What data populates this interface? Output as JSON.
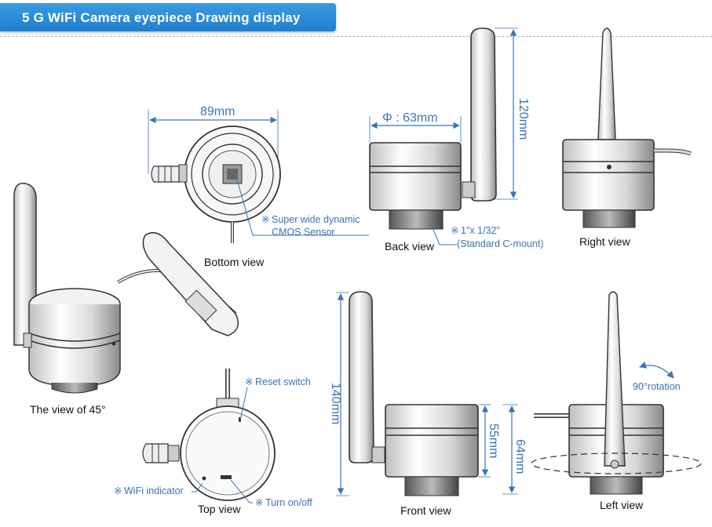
{
  "title": "5 G WiFi Camera eyepiece Drawing display",
  "note_mark": "※",
  "views": {
    "view45": "The view of 45°",
    "bottom": "Bottom view",
    "back": "Back view",
    "right": "Right view",
    "top": "Top view",
    "front": "Front view",
    "left": "Left view"
  },
  "dimensions": {
    "width": "89mm",
    "diameter": "Φ : 63mm",
    "height_back": "120mm",
    "height_total": "140mm",
    "body_55": "55mm",
    "body_64": "64mm"
  },
  "annotations": {
    "sensor_1": "Super wide dynamic",
    "sensor_2": "CMOS Sensor",
    "mount_1": "1\"x 1/32\"",
    "mount_2": "(Standard C-mount)",
    "reset": "Reset switch",
    "wifi": "WiFi indicator",
    "power": "Turn on/off",
    "rotation": "90°rotation"
  },
  "colors": {
    "banner": "#2a8ad8",
    "dimension": "#3b73b8",
    "outline": "#333333"
  }
}
